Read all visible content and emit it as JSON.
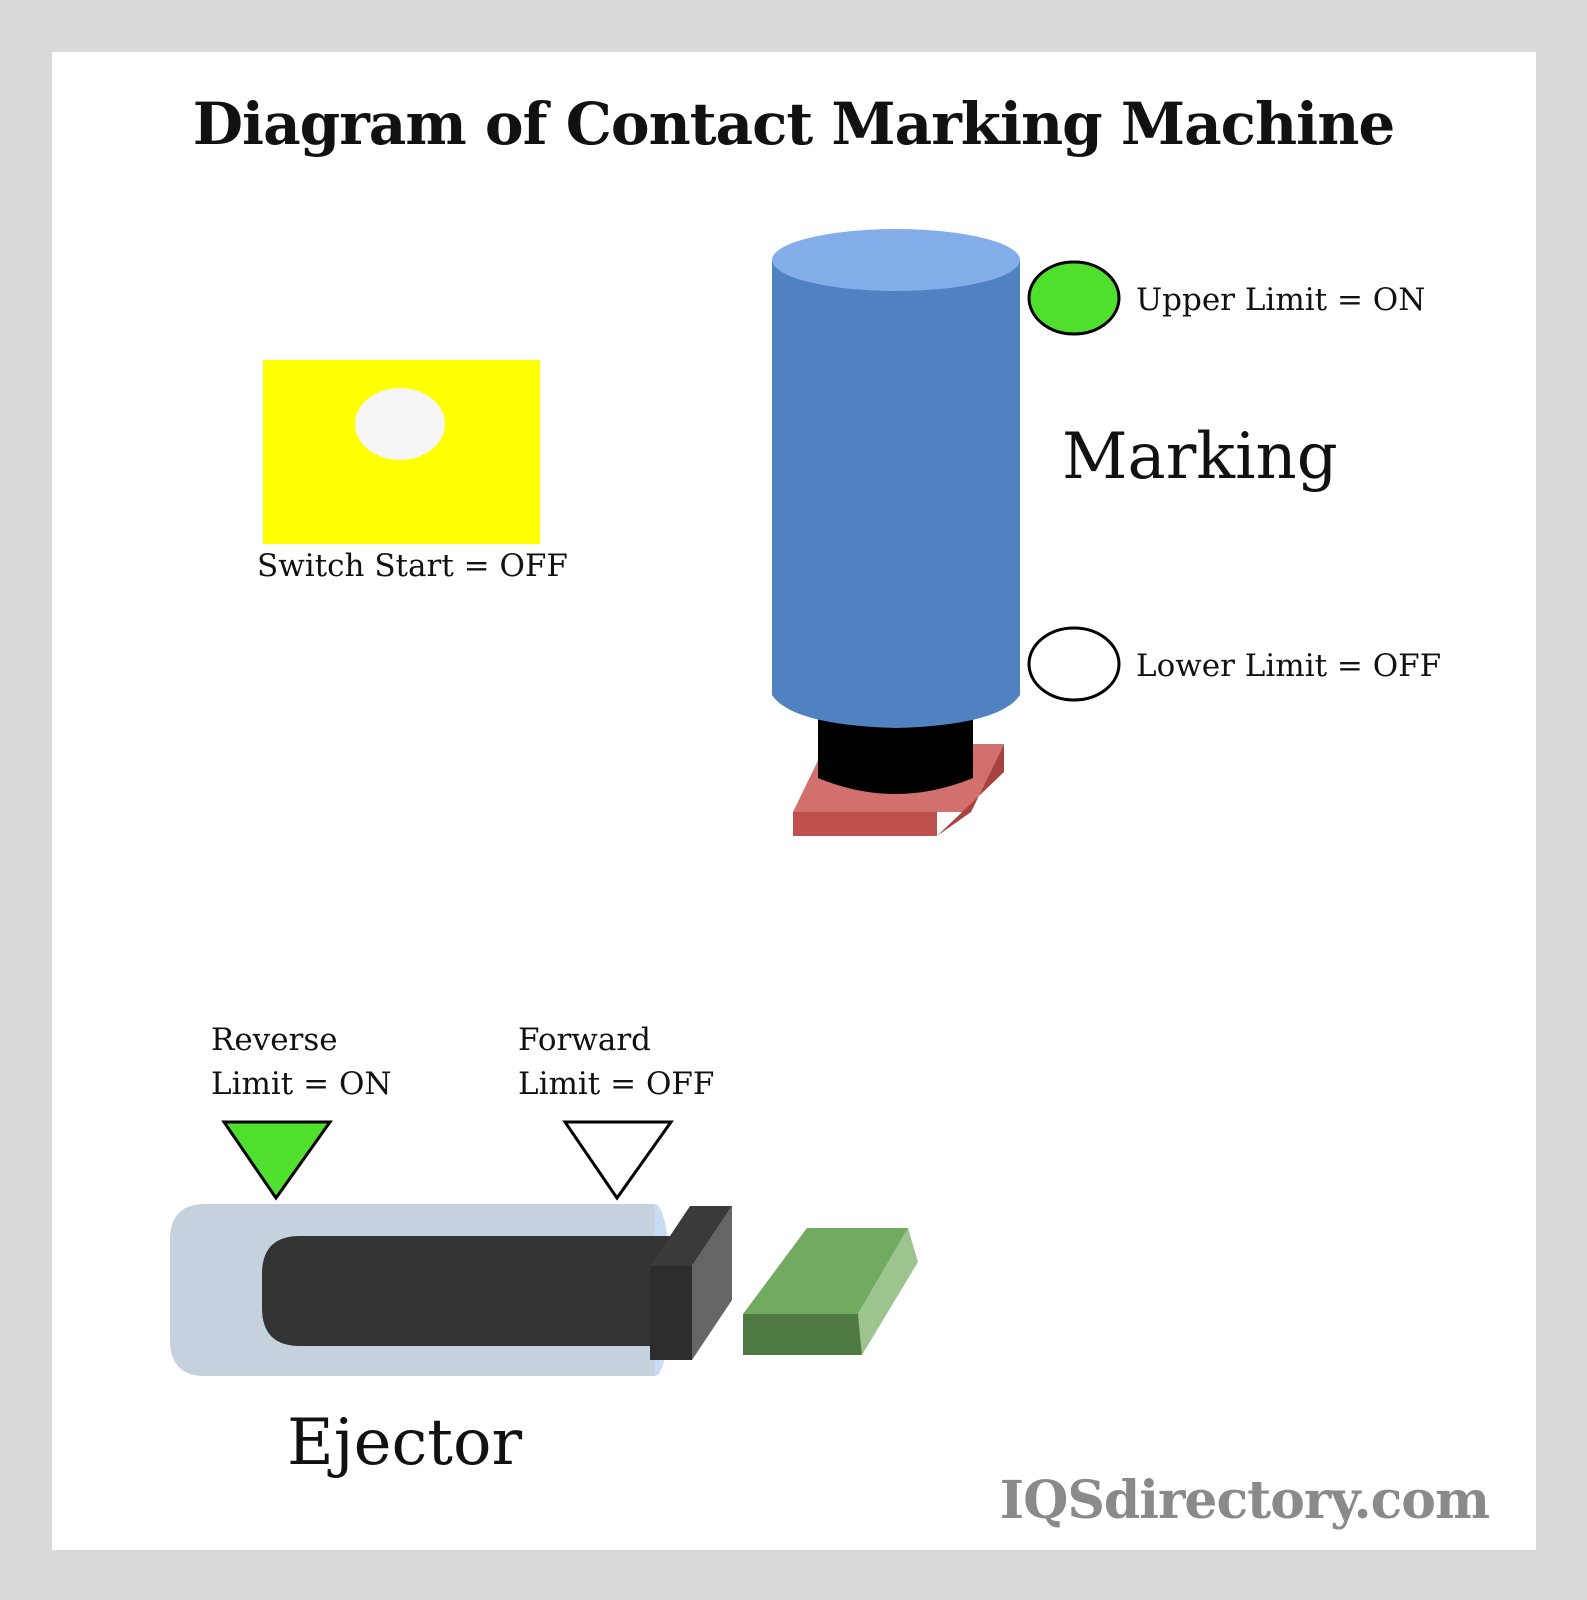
{
  "title": "Diagram of Contact Marking Machine",
  "switch": {
    "label": "Switch Start = OFF",
    "state": "OFF",
    "color": "#ffff00",
    "indicator_color": "#f5f5f5"
  },
  "marking": {
    "label": "Marking",
    "upper_limit": {
      "label": "Upper Limit = ON",
      "state": "ON",
      "color": "#4fe02e"
    },
    "lower_limit": {
      "label": "Lower Limit = OFF",
      "state": "OFF",
      "color": "#ffffff"
    },
    "cylinder_color": "#5081c0",
    "cylinder_top_color": "#84aeea",
    "head_color": "#000000",
    "plate_color": "#c0504d"
  },
  "ejector": {
    "label": "Ejector",
    "reverse_limit": {
      "label_line1": "Reverse",
      "label_line2": "Limit = ON",
      "state": "ON",
      "color": "#4fe02e"
    },
    "forward_limit": {
      "label_line1": "Forward",
      "label_line2": "Limit = OFF",
      "state": "OFF",
      "color": "#ffffff"
    },
    "barrel_color": "#c5d1dd",
    "rod_color": "#333333",
    "part_color": "#71ab5f"
  },
  "brand": "IQSdirectory.com"
}
